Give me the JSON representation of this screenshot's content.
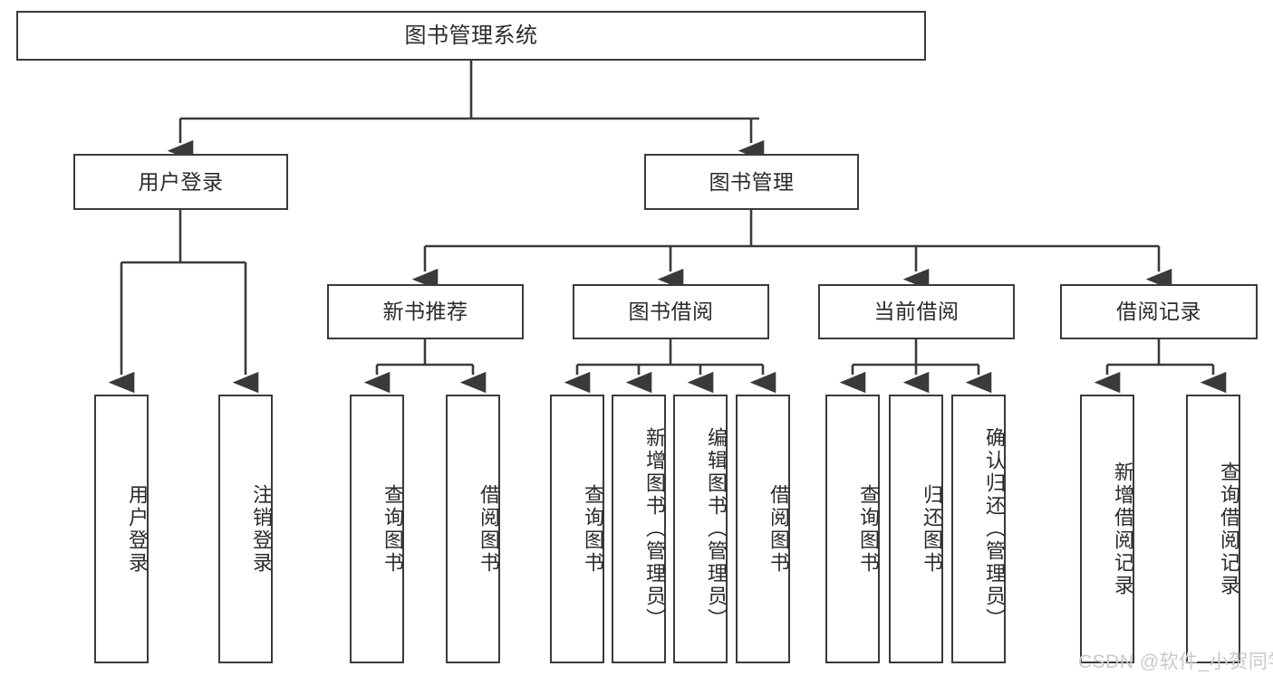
{
  "diagram": {
    "title": "图书管理系统",
    "type": "functional-structure-tree",
    "root": {
      "label": "图书管理系统"
    },
    "level2": [
      {
        "label": "用户登录"
      },
      {
        "label": "图书管理"
      }
    ],
    "level3": [
      {
        "label": "新书推荐"
      },
      {
        "label": "图书借阅"
      },
      {
        "label": "当前借阅"
      },
      {
        "label": "借阅记录"
      }
    ],
    "leaves": {
      "user_login": [
        {
          "label": "用户登录"
        },
        {
          "label": "注销登录"
        }
      ],
      "new_book_recommend": [
        {
          "label": "查询图书"
        },
        {
          "label": "借阅图书"
        }
      ],
      "book_borrow": [
        {
          "label": "查询图书"
        },
        {
          "label": "新增图书（管理员）"
        },
        {
          "label": "编辑图书（管理员）"
        },
        {
          "label": "借阅图书"
        }
      ],
      "current_borrow": [
        {
          "label": "查询图书"
        },
        {
          "label": "归还图书"
        },
        {
          "label": "确认归还（管理员）"
        }
      ],
      "borrow_record": [
        {
          "label": "新增借阅记录"
        },
        {
          "label": "查询借阅记录"
        }
      ]
    },
    "watermark": "CSDN @软件_小贺同学",
    "colors": {
      "stroke": "#3a3a3a",
      "text": "#2b2b2b",
      "background": "#ffffff",
      "watermark": "#c9c9c9"
    }
  }
}
